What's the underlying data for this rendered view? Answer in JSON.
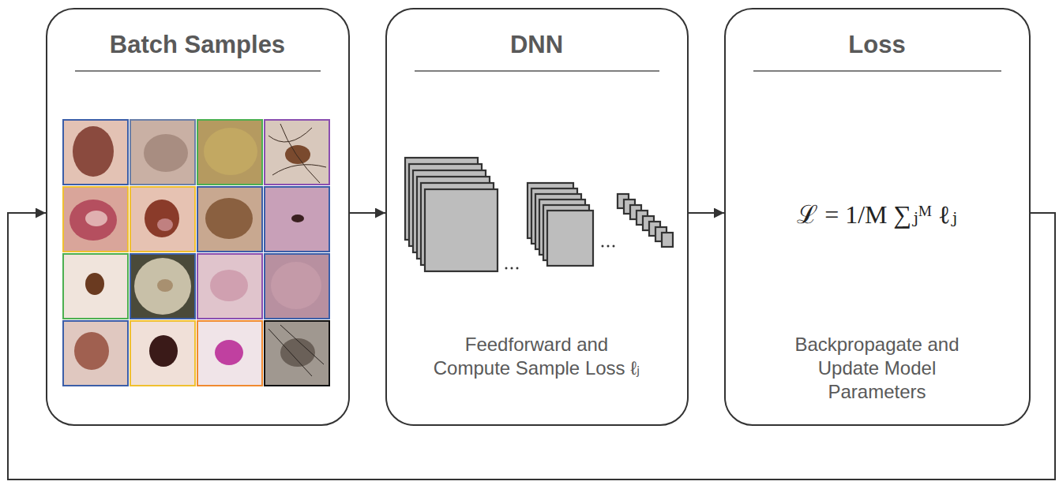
{
  "diagram": {
    "nodes": [
      {
        "text": [
          "Batch Samples"
        ]
      },
      {
        "text": [
          "DNN",
          "Feedforward and Compute Sample Loss ℓⱼ"
        ]
      },
      {
        "text": [
          "Loss",
          "ℒ = 1/M ∑ⱼᴹ ℓⱼ",
          "Backpropagate and Update Model Parameters"
        ]
      }
    ],
    "edges": [
      {
        "from": 0,
        "to": 1,
        "arrow": "to"
      },
      {
        "from": 1,
        "to": 2,
        "arrow": "to"
      },
      {
        "from": 2,
        "to": 0,
        "arrow": "to"
      }
    ]
  }
}
